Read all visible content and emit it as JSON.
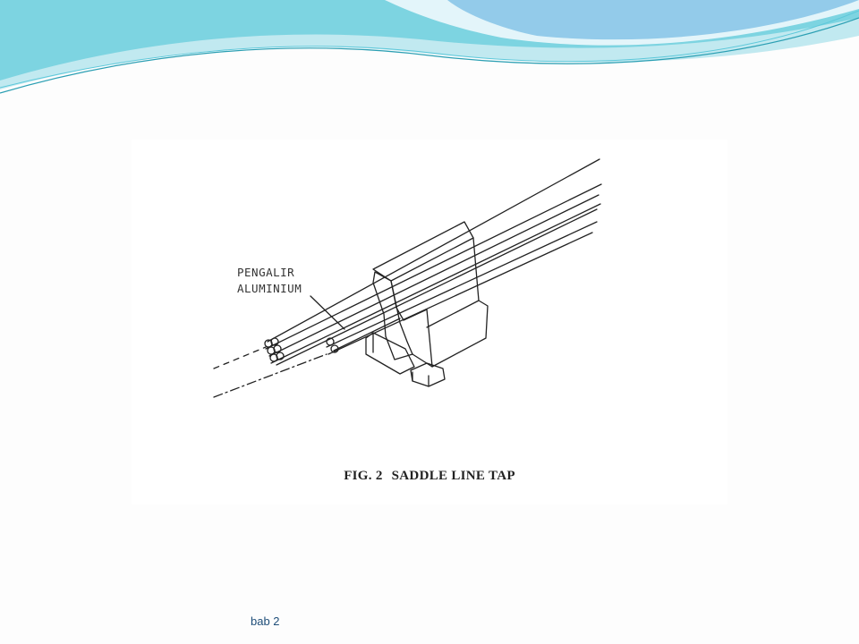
{
  "figure": {
    "callout": {
      "line1": "PENGALIR",
      "line2": "ALUMINIUM"
    },
    "caption": {
      "number": "FIG. 2",
      "title": "SADDLE LINE TAP"
    }
  },
  "footer": {
    "text": "bab 2"
  },
  "colors": {
    "header_wave_light": "#bfe8f0",
    "header_wave_teal": "#45c3d6",
    "header_wave_blue": "#7ec0e6",
    "footer_text": "#1f4e79"
  }
}
